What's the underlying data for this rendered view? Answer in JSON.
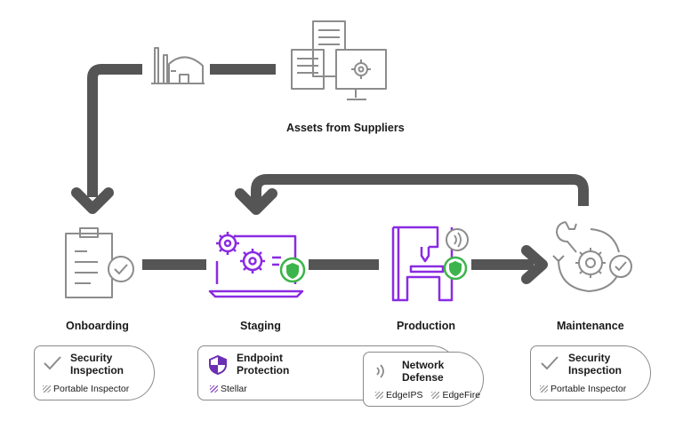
{
  "suppliers": {
    "label": "Assets from Suppliers",
    "factory_icon": "factory-icon",
    "servers_icon": "server-monitor-icon"
  },
  "stages": [
    {
      "id": "onboarding",
      "label": "Onboarding",
      "icon": "clipboard-check-icon"
    },
    {
      "id": "staging",
      "label": "Staging",
      "icon": "laptop-gears-icon"
    },
    {
      "id": "production",
      "label": "Production",
      "icon": "cnc-machine-icon"
    },
    {
      "id": "maintenance",
      "label": "Maintenance",
      "icon": "wrench-gear-cycle-icon"
    }
  ],
  "cards": {
    "onboarding": {
      "title_line1": "Security",
      "title_line2": "Inspection",
      "product": "Portable Inspector",
      "icon": "checkmark-icon"
    },
    "staging": {
      "title_line1": "Endpoint",
      "title_line2": "Protection",
      "product": "Stellar",
      "icon": "shield-icon"
    },
    "production": {
      "title_line1": "Network",
      "title_line2": "Defense",
      "product1": "EdgeIPS",
      "product2": "EdgeFire",
      "icon": "wireless-signal-icon"
    },
    "maintenance": {
      "title_line1": "Security",
      "title_line2": "Inspection",
      "product": "Portable Inspector",
      "icon": "checkmark-icon"
    }
  },
  "colors": {
    "connector": "#555555",
    "icon_gray": "#8c8c8c",
    "accent_purple": "#8a2be2",
    "shield_green": "#3cb44b"
  }
}
